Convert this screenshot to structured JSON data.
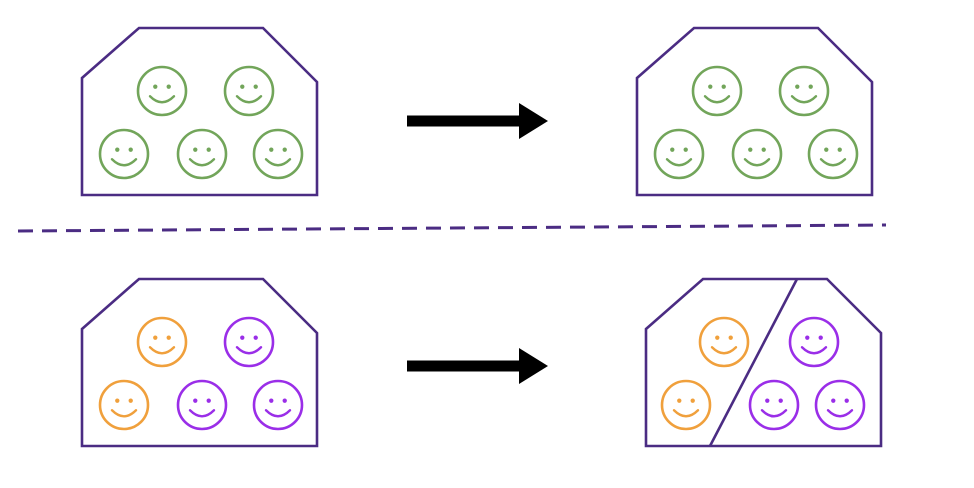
{
  "colors": {
    "outline": "#4b2c83",
    "arrow": "#000000",
    "green": "#72a55a",
    "orange": "#f0a03c",
    "purple": "#9a2ee8",
    "background": "#ffffff"
  },
  "rows": [
    {
      "id": "top",
      "left_group": [
        "green",
        "green",
        "green",
        "green",
        "green"
      ],
      "right_group": [
        "green",
        "green",
        "green",
        "green",
        "green"
      ],
      "right_split": false
    },
    {
      "id": "bottom",
      "left_group": [
        "orange",
        "purple",
        "orange",
        "purple",
        "purple"
      ],
      "right_group": [
        "orange",
        "purple",
        "orange",
        "purple",
        "purple"
      ],
      "right_split": true
    }
  ],
  "icons": {
    "face": "smiley-face-icon",
    "arrow": "right-arrow-icon",
    "divider": "dashed-divider"
  }
}
